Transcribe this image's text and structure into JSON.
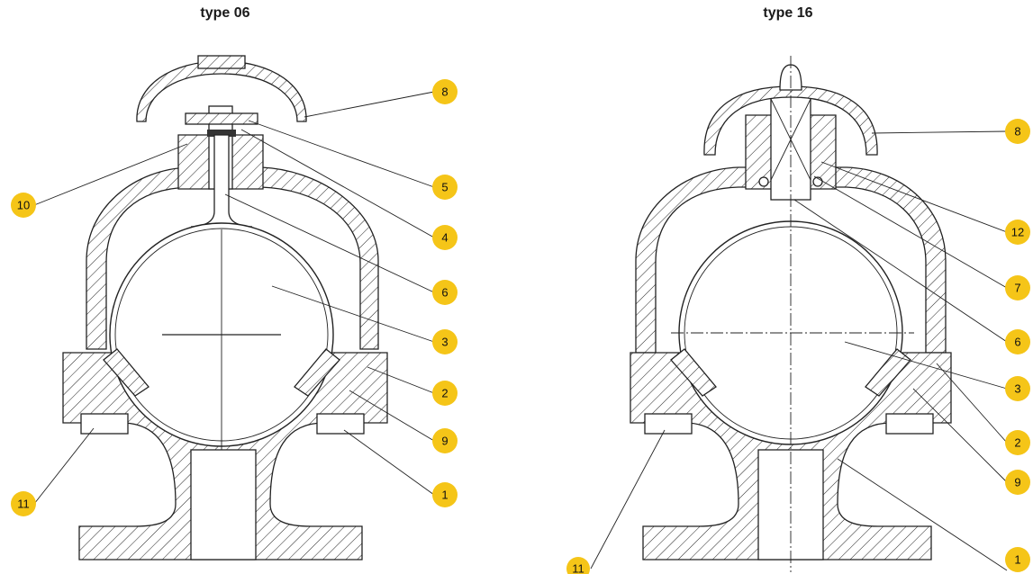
{
  "left": {
    "title": "type 06",
    "callouts": [
      {
        "label": "8"
      },
      {
        "label": "5"
      },
      {
        "label": "4"
      },
      {
        "label": "6"
      },
      {
        "label": "3"
      },
      {
        "label": "2"
      },
      {
        "label": "9"
      },
      {
        "label": "1"
      },
      {
        "label": "10"
      },
      {
        "label": "11"
      }
    ]
  },
  "right": {
    "title": "type 16",
    "callouts": [
      {
        "label": "8"
      },
      {
        "label": "12"
      },
      {
        "label": "7"
      },
      {
        "label": "6"
      },
      {
        "label": "3"
      },
      {
        "label": "2"
      },
      {
        "label": "9"
      },
      {
        "label": "1"
      },
      {
        "label": "11"
      }
    ]
  },
  "colors": {
    "callout_fill": "#f5c518",
    "line": "#222222"
  }
}
